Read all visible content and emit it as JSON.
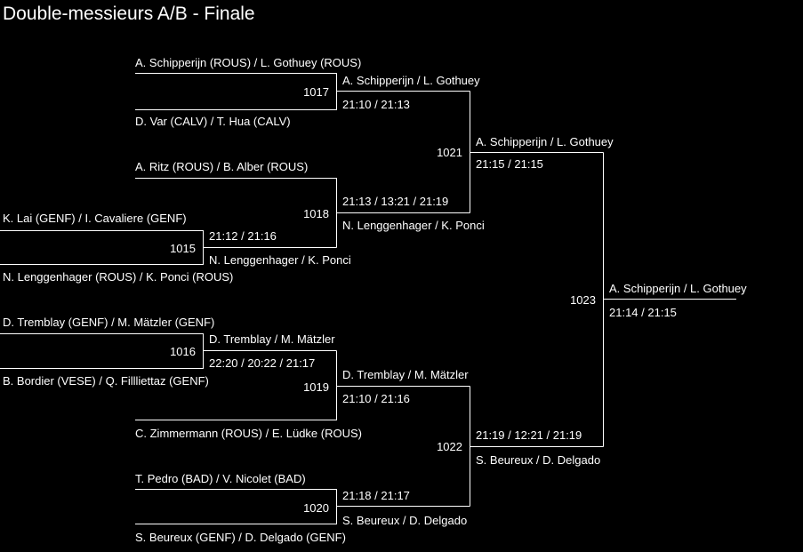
{
  "title": "Double-messieurs A/B - Finale",
  "round1": {
    "m1015": {
      "num": "1015",
      "top": "K. Lai (GENF) / I. Cavaliere (GENF)",
      "bottom": "N. Lenggenhager (ROUS) / K. Ponci (ROUS)",
      "score": "21:12 / 21:16",
      "winner": "N. Lenggenhager / K. Ponci"
    },
    "m1016": {
      "num": "1016",
      "top": "D. Tremblay (GENF) / M. Mätzler (GENF)",
      "bottom": "B. Bordier (VESE) / Q. Fillliettaz (GENF)",
      "score": "22:20 / 20:22 / 21:17",
      "winner": "D. Tremblay / M. Mätzler"
    }
  },
  "round2": {
    "m1017": {
      "num": "1017",
      "top": "A. Schipperijn (ROUS) / L. Gothuey (ROUS)",
      "bottom": "D. Var (CALV) / T. Hua (CALV)",
      "score": "21:10 / 21:13",
      "winner": "A. Schipperijn / L. Gothuey"
    },
    "m1018": {
      "num": "1018",
      "top": "A. Ritz (ROUS) / B. Alber (ROUS)",
      "score": "21:13 / 13:21 / 21:19",
      "winner": "N. Lenggenhager / K. Ponci"
    },
    "m1019": {
      "num": "1019",
      "bottom": "C. Zimmermann (ROUS) / E. Lüdke (ROUS)",
      "score": "21:10 / 21:16",
      "winner": "D. Tremblay / M. Mätzler"
    },
    "m1020": {
      "num": "1020",
      "top": "T. Pedro (BAD) / V. Nicolet (BAD)",
      "bottom": "S. Beureux (GENF) / D. Delgado (GENF)",
      "score": "21:18 / 21:17",
      "winner": "S. Beureux / D. Delgado"
    }
  },
  "semis": {
    "m1021": {
      "num": "1021",
      "score": "21:15 / 21:15",
      "winner": "A. Schipperijn / L. Gothuey"
    },
    "m1022": {
      "num": "1022",
      "score": "21:19 / 12:21 / 21:19",
      "winner": "S. Beureux / D. Delgado"
    }
  },
  "final": {
    "m1023": {
      "num": "1023",
      "score": "21:14 / 21:15",
      "winner": "A. Schipperijn / L. Gothuey"
    }
  }
}
